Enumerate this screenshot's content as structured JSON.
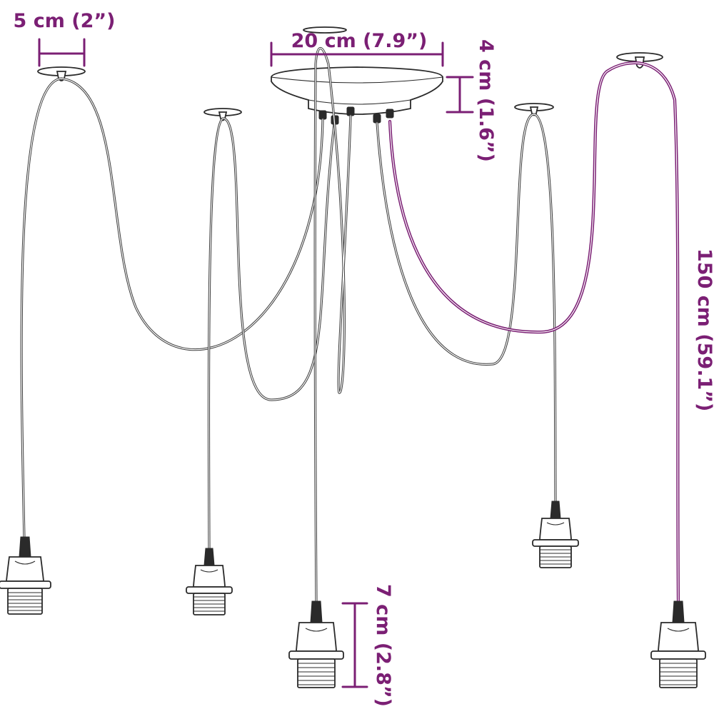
{
  "diagram": {
    "colors": {
      "accent": "#7b1f74",
      "line": "#2a2a2a"
    },
    "dimensions": {
      "hook_width": "5 cm (2”)",
      "canopy_width": "20 cm (7.9”)",
      "canopy_height": "4 cm (1.6”)",
      "cable_length": "150 cm (59.1”)",
      "socket_height": "7 cm (2.8”)"
    }
  }
}
